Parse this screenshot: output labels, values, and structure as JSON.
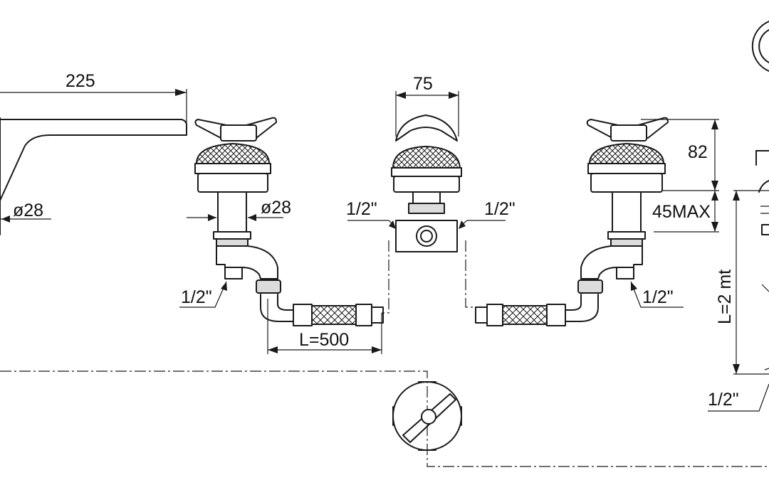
{
  "dimensions": {
    "spout_length": "225",
    "spout_diameter": "ø28",
    "valve_diameter": "ø28",
    "center_width": "75",
    "handle_height": "82",
    "max_thickness": "45MAX",
    "hose_length": "L=500",
    "shower_hose_length": "L=2  mt"
  },
  "threads": {
    "center_left": "1/2\"",
    "center_right": "1/2\"",
    "left_valve": "1/2\"",
    "right_valve": "1/2\"",
    "shower": "1/2\""
  },
  "colors": {
    "line": "#1a1a1a",
    "background": "#ffffff"
  }
}
